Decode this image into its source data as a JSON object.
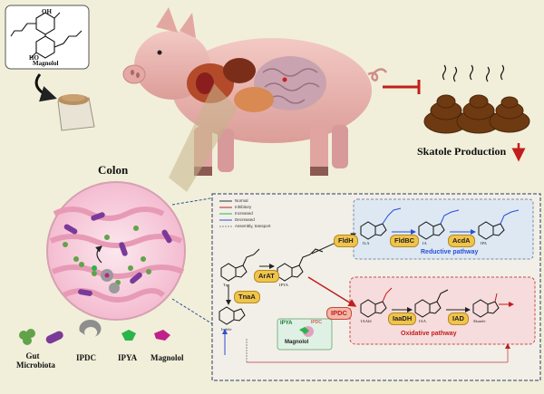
{
  "magnolol": {
    "label": "Magnolol",
    "oh_top": "OH",
    "oh_bottom": "HO"
  },
  "colon": {
    "title": "Colon"
  },
  "skatole": {
    "label": "Skatole Production"
  },
  "legend_items": [
    {
      "name": "Gut Microbiota",
      "color": "#7a3a9a"
    },
    {
      "name": "IPDC",
      "color": "#8e8e8e"
    },
    {
      "name": "IPYA",
      "color": "#2ab54a"
    },
    {
      "name": "Magnolol",
      "color": "#c0208a"
    }
  ],
  "pathway": {
    "key": [
      "Normal",
      "Inhibitory",
      "Increased",
      "Decreased",
      "Assembly, transport"
    ],
    "enzymes": {
      "fldh": "FldH",
      "fldbc": "FldBC",
      "acda": "AcdA",
      "arat": "ArAT",
      "tnaa": "TnaA",
      "ipdc": "IPDC",
      "iaadh": "IaaDH",
      "iad": "IAD"
    },
    "molecules": {
      "trp": "Trp",
      "ipya": "IPYA",
      "ila": "ILA",
      "ia": "IA",
      "ipa": "IPA",
      "indole": "Indole",
      "iaald": "IAAld",
      "iaa": "IAA",
      "skatole": "Skatole"
    },
    "reductive_label": "Reductive pathway",
    "oxidative_label": "Oxidative pathway",
    "inset": {
      "ipya": "IPYA",
      "ipdc": "IPDC",
      "magnolol": "Magnolol"
    }
  },
  "colors": {
    "background": "#f1efd9",
    "pig_skin": "#eab7b3",
    "arrow_red": "#c21d1d",
    "feces": "#6e3a12",
    "reductive_bg": "#dde8f2",
    "oxidative_bg": "#f6dcdc",
    "enzyme": "#f0c44b",
    "blue_label": "#2a4fd6",
    "red_label": "#c21d1d"
  }
}
